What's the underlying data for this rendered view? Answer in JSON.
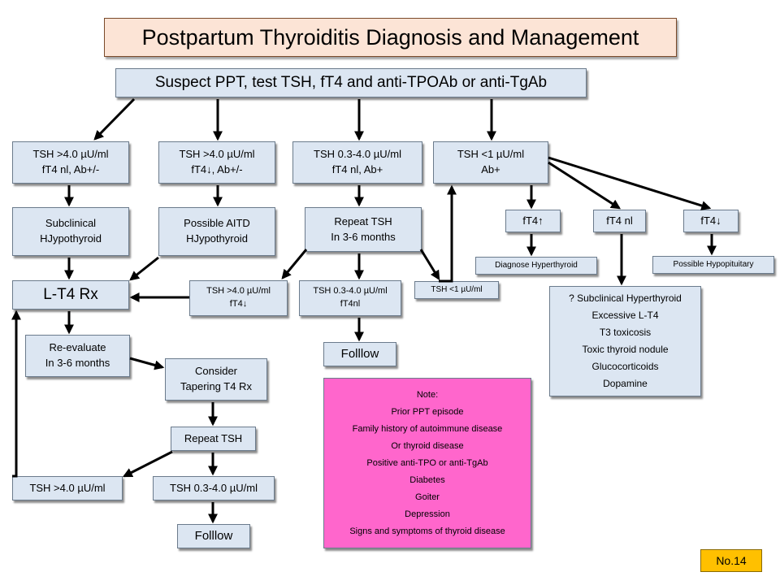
{
  "title": "Postpartum Thyroiditis Diagnosis and Management",
  "start": "Suspect PPT, test TSH, fT4 and anti-TPOAb or anti-TgAb",
  "branches": {
    "b1": [
      "TSH >4.0 µU/ml",
      "fT4 nl, Ab+/-"
    ],
    "b2": [
      "TSH >4.0 µU/ml",
      "fT4↓, Ab+/-"
    ],
    "b3": [
      "TSH 0.3-4.0 µU/ml",
      "fT4 nl, Ab+"
    ],
    "b4": [
      "TSH <1 µU/ml",
      "Ab+"
    ]
  },
  "subclinical": [
    "Subclinical",
    "HJypothyroid"
  ],
  "possible_aitd": [
    "Possible AITD",
    "HJypothyroid"
  ],
  "repeat_tsh_months": [
    "Repeat TSH",
    "In 3-6 months"
  ],
  "lt4": "L-T4 Rx",
  "repeat_low_ft4": [
    "TSH >4.0 µU/ml",
    "fT4↓"
  ],
  "repeat_nl_ft4": [
    "TSH 0.3-4.0 µU/ml",
    "fT4nl"
  ],
  "repeat_low_tsh": "TSH <1 µU/ml",
  "follow_mid": "Folllow",
  "reevaluate": [
    "Re-evaluate",
    "In 3-6 months"
  ],
  "consider": [
    "Consider",
    "Tapering T4 Rx"
  ],
  "repeat_tsh": "Repeat TSH",
  "tsh_high": "TSH >4.0 µU/ml",
  "tsh_normal": "TSH 0.3-4.0 µU/ml",
  "follow_bottom": "Folllow",
  "ft4_up": "fT4↑",
  "ft4_nl": "fT4 nl",
  "ft4_down": "fT4↓",
  "diagnose_hyper": "Diagnose Hyperthyroid",
  "possible_hypo": "Possible Hypopituitary",
  "differential": [
    "? Subclinical Hyperthyroid",
    "Excessive L-T4",
    "T3 toxicosis",
    "Toxic thyroid nodule",
    "Glucocorticoids",
    "Dopamine"
  ],
  "note": [
    "Note:",
    "Prior PPT episode",
    "Family history of autoimmune disease",
    "Or thyroid disease",
    "Positive anti-TPO or anti-TgAb",
    "Diabetes",
    "Goiter",
    "Depression",
    "Signs and symptoms of thyroid disease"
  ],
  "badge": "No.14",
  "colors": {
    "box_fill": "#dce6f2",
    "title_fill": "#fce4d6",
    "note_fill": "#ff66cc",
    "badge_fill": "#ffc000"
  }
}
